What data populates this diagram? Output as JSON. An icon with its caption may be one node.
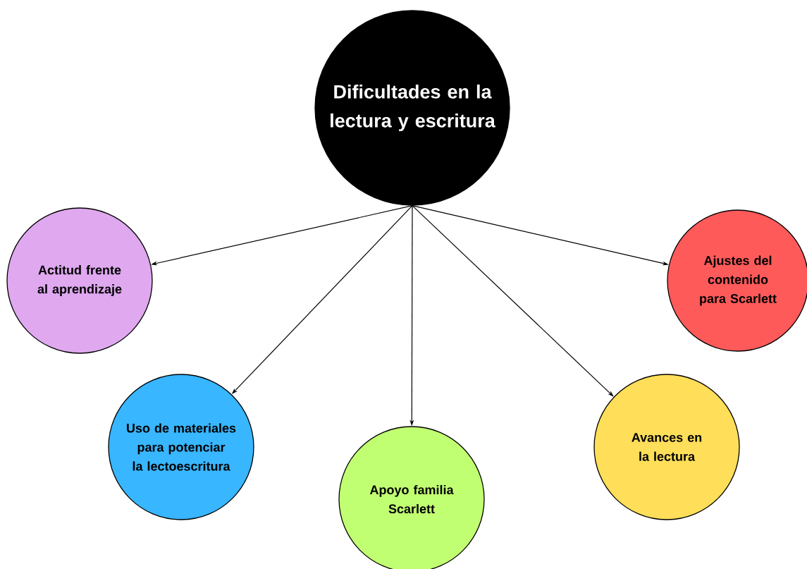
{
  "diagram": {
    "nodes": [
      {
        "text": [
          "Dificultades en la lectura y escritura"
        ]
      },
      {
        "text": [
          "Actitud frente al aprendizaje"
        ]
      },
      {
        "text": [
          "Ajustes del contenido para Scarlett"
        ]
      },
      {
        "text": [
          "Uso de materiales para potenciar la lectoescritura"
        ]
      },
      {
        "text": [
          "Avances en la lectura"
        ]
      },
      {
        "text": [
          "Apoyo familia Scarlett"
        ]
      }
    ],
    "edges": [
      {
        "from": 0,
        "to": 1,
        "arrow": "to"
      },
      {
        "from": 0,
        "to": 3,
        "arrow": "to"
      },
      {
        "from": 0,
        "to": 5,
        "arrow": "to"
      },
      {
        "from": 0,
        "to": 4,
        "arrow": "to"
      },
      {
        "from": 0,
        "to": 2,
        "arrow": "to"
      }
    ]
  }
}
